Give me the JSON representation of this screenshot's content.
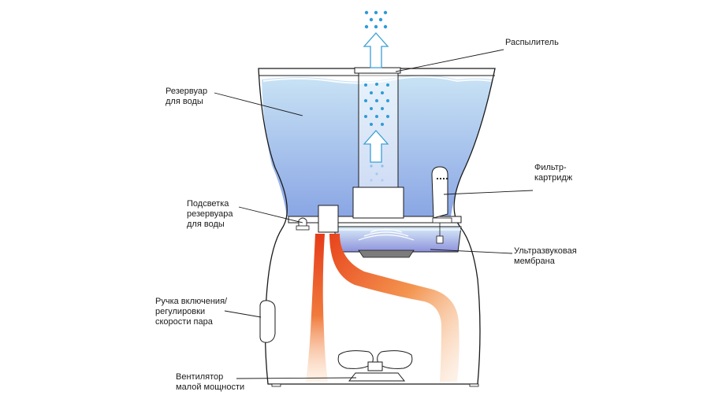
{
  "labels": {
    "atomizer": "Распылитель",
    "water_tank": [
      "Резервуар",
      "для воды"
    ],
    "filter": [
      "Фильтр-",
      "картридж"
    ],
    "tank_light": [
      "Подсветка",
      "резервуара",
      "для воды"
    ],
    "membrane": [
      "Ультразвуковая",
      "мембрана"
    ],
    "knob": [
      "Ручка включения/",
      "регулировки",
      "скорости пара"
    ],
    "fan": [
      "Вентилятор",
      "малой мощности"
    ]
  },
  "colors": {
    "outline": "#1a1a1a",
    "water_top": "#c4dff3",
    "water_bottom": "#7f9fe0",
    "mist_dot": "#2f9bd8",
    "air_hot": "#e8421c",
    "air_warm": "#f5a36a"
  }
}
